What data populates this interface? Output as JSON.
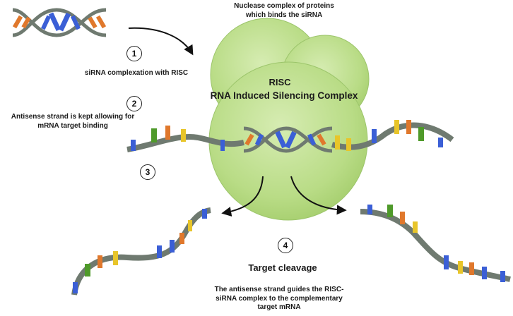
{
  "labels": {
    "nuclease_top": "Nuclease complex of proteins which binds the siRNA",
    "complexation": "siRNA complexation with RISC",
    "risc_title": "RISC",
    "risc_full": "RNA Induced Silencing Complex",
    "antisense": "Antisense strand is kept allowing for mRNA target binding",
    "cleavage": "Target cleavage",
    "guides": "The antisense strand guides the RISC-siRNA complex to the complementary target mRNA"
  },
  "steps": [
    "1",
    "2",
    "3",
    "4"
  ],
  "colors": {
    "blob": "#b9dc86",
    "blob_edge": "#9cc56b",
    "backbone": "#6f7a70",
    "base_blue": "#3b5fd6",
    "base_orange": "#e0782c",
    "base_yellow": "#e8c52a",
    "base_green": "#4f9a2a"
  }
}
